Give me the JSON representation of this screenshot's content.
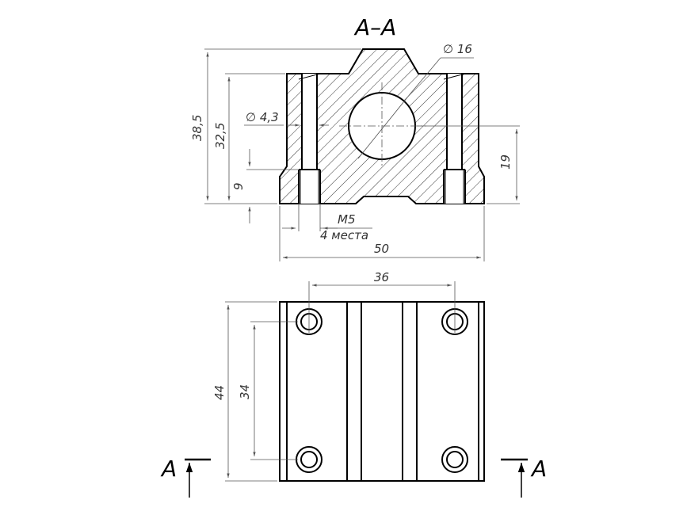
{
  "section": {
    "title": "A–A",
    "hole_diameter": "∅ 16",
    "bolt_hole_diameter": "∅ 4,3",
    "height_total": "38,5",
    "height_body": "32,5",
    "thread_depth": "9",
    "center_height": "19",
    "thread": "M5",
    "quantity": "4 места",
    "width": "50"
  },
  "plan": {
    "hole_spacing_x": "36",
    "length": "44",
    "hole_spacing_y": "34"
  },
  "cut_marks": {
    "left": "A",
    "right": "A"
  }
}
